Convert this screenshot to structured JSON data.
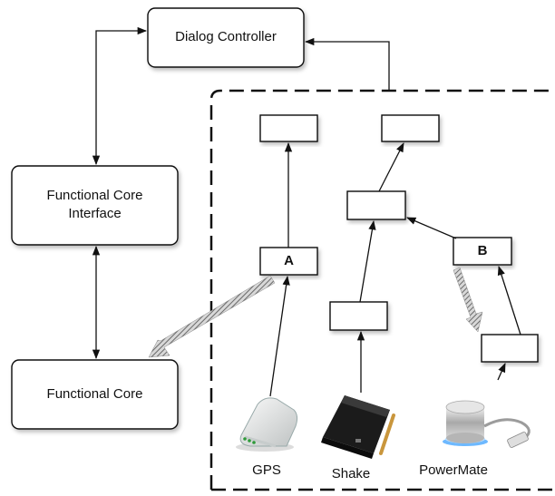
{
  "diagram": {
    "dialog_controller": "Dialog Controller",
    "functional_core_interface": "Functional Core\nInterface",
    "functional_core": "Functional Core",
    "node_a": "A",
    "node_b": "B",
    "devices": {
      "gps": "GPS",
      "shake": "Shake",
      "powermate": "PowerMate"
    }
  },
  "colors": {
    "stroke": "#111111",
    "box_fill": "#ffffff",
    "hatched_arrow": "#7a7a7a"
  },
  "icons": [
    "gps-device-icon",
    "shake-device-icon",
    "powermate-device-icon"
  ]
}
